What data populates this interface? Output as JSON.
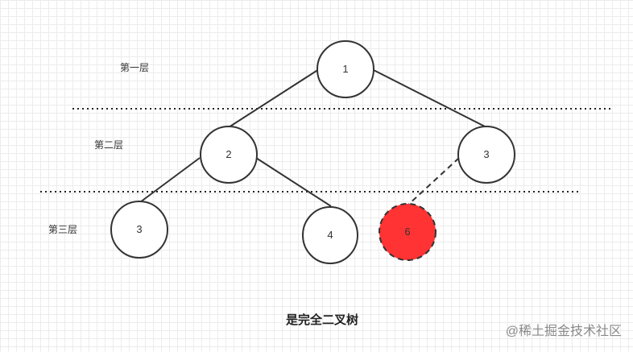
{
  "layers": {
    "layer1": "第一层",
    "layer2": "第二层",
    "layer3": "第三层"
  },
  "nodes": {
    "root": "1",
    "left": "2",
    "right": "3",
    "left_left": "3",
    "left_right": "4",
    "right_left": "6"
  },
  "caption": "是完全二叉树",
  "watermark": "@稀土掘金技术社区",
  "colors": {
    "highlight_fill": "#ff3333",
    "node_stroke": "#333333"
  }
}
